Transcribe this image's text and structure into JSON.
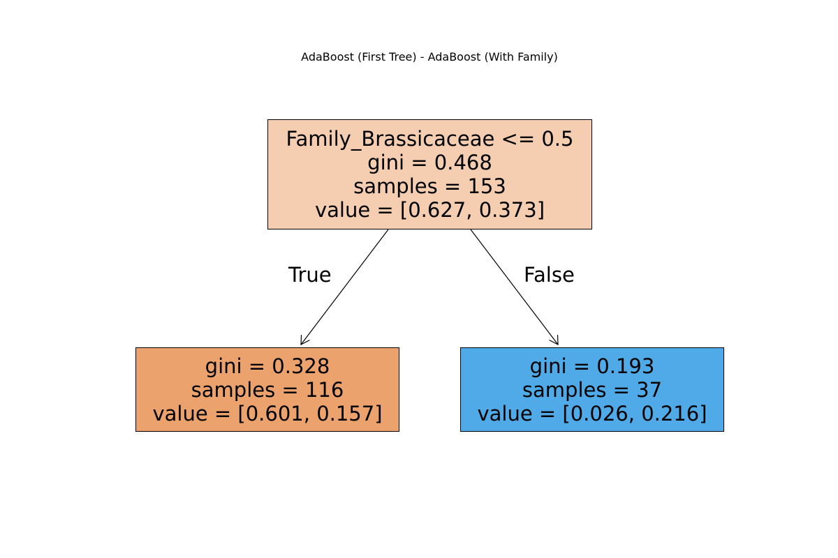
{
  "title": "AdaBoost (First Tree) - AdaBoost (With Family)",
  "tree": {
    "root": {
      "split": "Family_Brassicaceae <= 0.5",
      "gini": "gini = 0.468",
      "samples": "samples = 153",
      "value": "value = [0.627, 0.373]",
      "color": "#f5cdb0"
    },
    "left": {
      "gini": "gini = 0.328",
      "samples": "samples = 116",
      "value": "value = [0.601, 0.157]",
      "color": "#eca26d"
    },
    "right": {
      "gini": "gini = 0.193",
      "samples": "samples = 37",
      "value": "value = [0.026, 0.216]",
      "color": "#51aae8"
    }
  },
  "edges": {
    "true_label": "True",
    "false_label": "False"
  }
}
